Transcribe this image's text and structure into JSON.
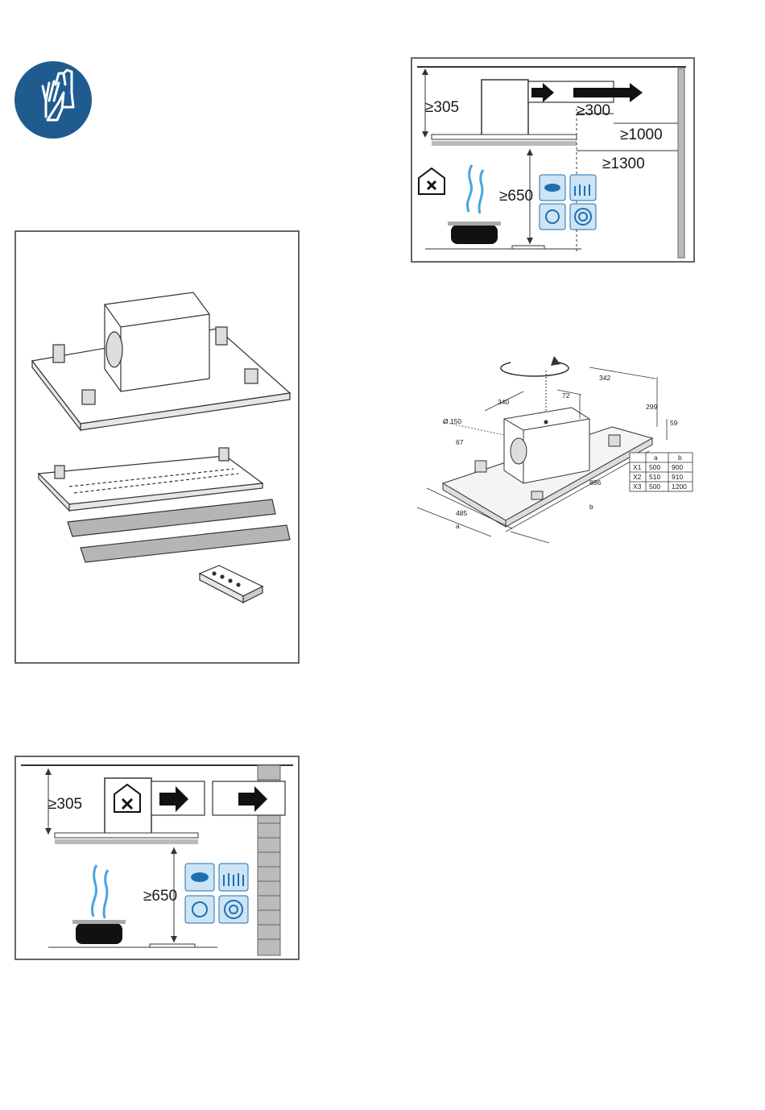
{
  "gloves_icon": {
    "name": "protective-gloves-icon",
    "color": "#1f5b8f"
  },
  "accent_blue": "#1f6fb0",
  "air_blue": "#48a6dc",
  "top_right_panel": {
    "dim_height": "≥305",
    "dim_side": "≥300",
    "dim_wall": "≥1000",
    "dim_far": "≥1300",
    "dim_cooktop": "≥650"
  },
  "bottom_left_panel": {
    "dim_height": "≥305",
    "dim_cooktop": "≥650"
  },
  "dimension_drawing": {
    "labels": {
      "d342": "342",
      "d72": "72",
      "d340": "340",
      "d299": "299",
      "d59": "59",
      "diameter": "Ø 150",
      "d67": "67",
      "d886": "886",
      "d485": "485",
      "a": "a",
      "b": "b"
    },
    "table": {
      "headers": [
        "",
        "a",
        "b"
      ],
      "rows": [
        [
          "X1",
          "500",
          "900"
        ],
        [
          "X2",
          "510",
          "910"
        ],
        [
          "X3",
          "500",
          "1200"
        ]
      ]
    }
  }
}
